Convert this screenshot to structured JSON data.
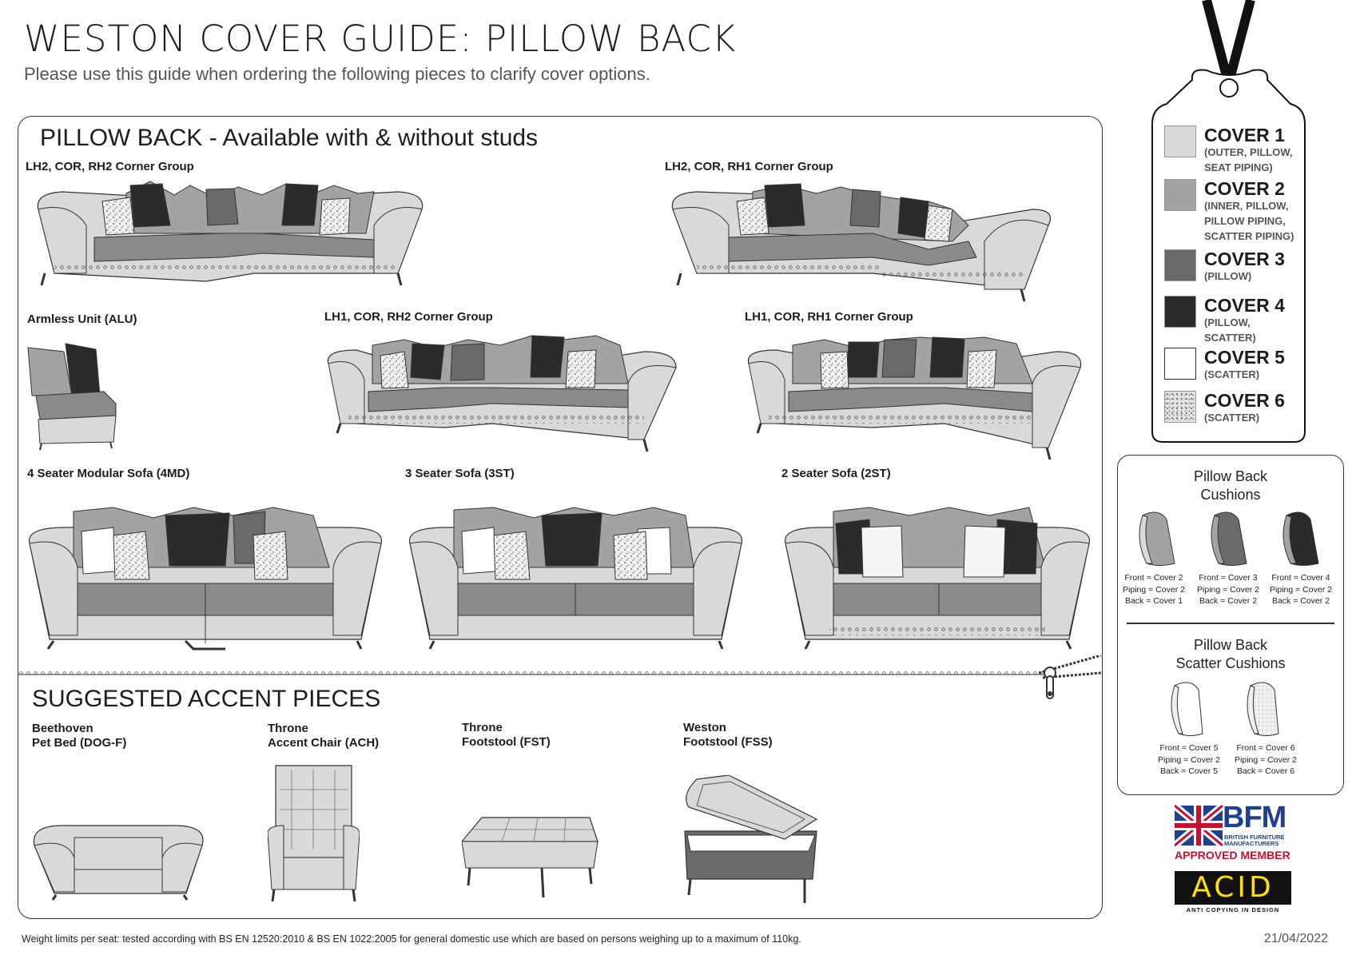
{
  "header": {
    "title": "WESTON COVER GUIDE: PILLOW BACK",
    "subtitle": "Please use this guide when ordering the following pieces to clarify cover options."
  },
  "pillow_section": {
    "title": "PILLOW BACK - Available with & without studs",
    "pieces": [
      {
        "label": "LH2, COR, RH2 Corner Group"
      },
      {
        "label": "LH2, COR, RH1 Corner Group"
      },
      {
        "label": "Armless Unit (ALU)"
      },
      {
        "label": "LH1, COR, RH2 Corner Group"
      },
      {
        "label": "LH1, COR, RH1 Corner Group"
      },
      {
        "label": "4 Seater Modular Sofa (4MD)"
      },
      {
        "label": "3 Seater Sofa (3ST)"
      },
      {
        "label": "2 Seater Sofa (2ST)"
      }
    ]
  },
  "accent_section": {
    "title": "SUGGESTED ACCENT PIECES",
    "pieces": [
      {
        "line1": "Beethoven",
        "line2": "Pet Bed (DOG-F)"
      },
      {
        "line1": "Throne",
        "line2": "Accent Chair (ACH)"
      },
      {
        "line1": "Throne",
        "line2": "Footstool (FST)"
      },
      {
        "line1": "Weston",
        "line2": "Footstool (FSS)"
      }
    ]
  },
  "covers": [
    {
      "name": "COVER 1",
      "desc": [
        "(OUTER, PILLOW,",
        "SEAT PIPING)"
      ],
      "color": "#d9d9d9"
    },
    {
      "name": "COVER 2",
      "desc": [
        "(INNER, PILLOW,",
        "PILLOW PIPING,",
        "SCATTER PIPING)"
      ],
      "color": "#a3a3a3"
    },
    {
      "name": "COVER 3",
      "desc": [
        "(PILLOW)"
      ],
      "color": "#6a6a6a"
    },
    {
      "name": "COVER 4",
      "desc": [
        "(PILLOW,",
        "SCATTER)"
      ],
      "color": "#2b2b2b"
    },
    {
      "name": "COVER 5",
      "desc": [
        "(SCATTER)"
      ],
      "color": "#ffffff"
    },
    {
      "name": "COVER 6",
      "desc": [
        "(SCATTER)"
      ],
      "color": "#cccccc"
    }
  ],
  "legend": {
    "pillow_title": [
      "Pillow Back",
      "Cushions"
    ],
    "pillow_notes": [
      [
        "Front = Cover 2",
        "Piping = Cover 2",
        "Back = Cover 1"
      ],
      [
        "Front = Cover 3",
        "Piping = Cover 2",
        "Back = Cover 2"
      ],
      [
        "Front = Cover 4",
        "Piping = Cover 2",
        "Back = Cover 2"
      ]
    ],
    "scatter_title": [
      "Pillow Back",
      "Scatter Cushions"
    ],
    "scatter_notes": [
      [
        "Front = Cover 5",
        "Piping = Cover 2",
        "Back = Cover 5"
      ],
      [
        "Front = Cover 6",
        "Piping = Cover 2",
        "Back = Cover 6"
      ]
    ]
  },
  "badges": {
    "bfm_main": "BFM",
    "bfm_sub1": "BRITISH FURNITURE",
    "bfm_sub2": "MANUFACTURERS",
    "bfm_approved": "APPROVED MEMBER",
    "acid_main": "ACID",
    "acid_sub": "ANTI COPYING IN DESIGN"
  },
  "footer": {
    "note": "Weight limits per seat: tested according with BS EN 12520:2010 & BS EN 1022:2005 for general domestic use which are based on persons weighing up to a maximum of 110kg.",
    "date": "21/04/2022"
  }
}
